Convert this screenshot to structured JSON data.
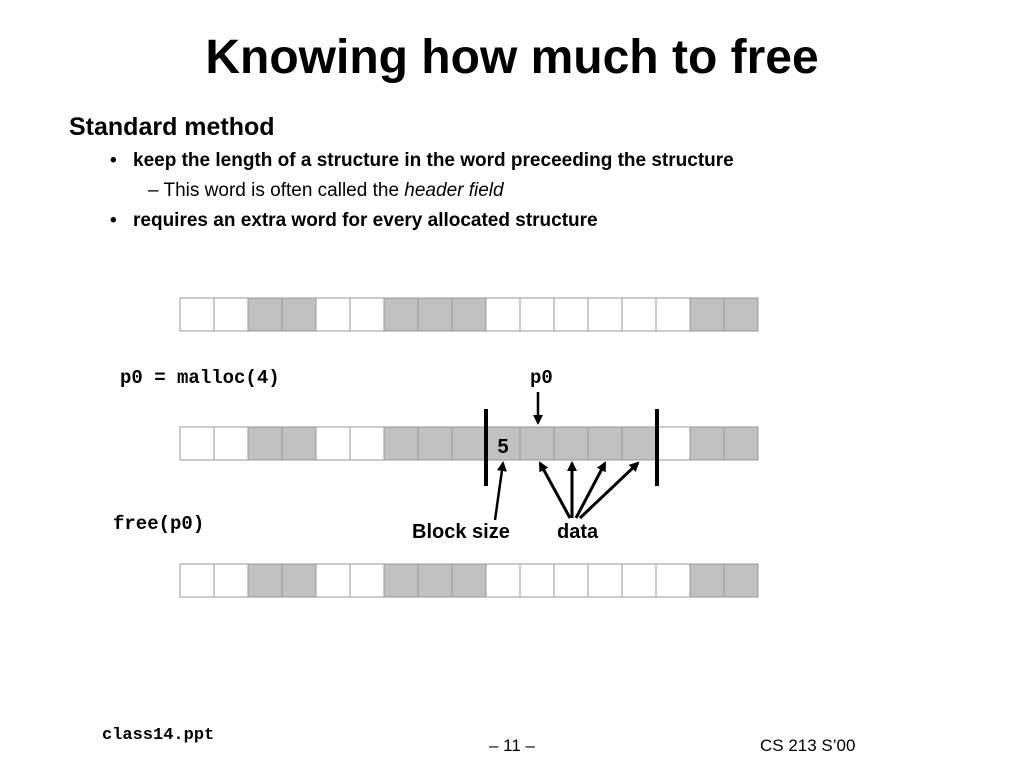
{
  "slide": {
    "title": "Knowing how much to free",
    "heading": "Standard method",
    "bullets": [
      {
        "bullet": "•",
        "text": "keep the length of a structure in the word preceeding the structure"
      },
      {
        "bullet": "•",
        "text": "requires an extra word for every allocated structure"
      }
    ],
    "sub_bullet": {
      "prefix": "– This word is often called the ",
      "emphasis": "header field"
    }
  },
  "diagram": {
    "call_malloc": "p0 = malloc(4)",
    "pointer_label": "p0",
    "call_free": "free(p0)",
    "header_value": "5",
    "label_block_size": "Block size",
    "label_data": "data",
    "colors": {
      "free": "#ffffff",
      "allocated": "#c0c0c0"
    },
    "rows": [
      {
        "name": "before-malloc",
        "cells": [
          "free",
          "free",
          "allocated",
          "allocated",
          "free",
          "free",
          "allocated",
          "allocated",
          "allocated",
          "free",
          "free",
          "free",
          "free",
          "free",
          "free",
          "allocated",
          "allocated"
        ]
      },
      {
        "name": "after-malloc",
        "cells": [
          "free",
          "free",
          "allocated",
          "allocated",
          "free",
          "free",
          "allocated",
          "allocated",
          "allocated",
          "allocated",
          "allocated",
          "allocated",
          "allocated",
          "allocated",
          "free",
          "allocated",
          "allocated"
        ]
      },
      {
        "name": "after-free",
        "cells": [
          "free",
          "free",
          "allocated",
          "allocated",
          "free",
          "free",
          "allocated",
          "allocated",
          "allocated",
          "free",
          "free",
          "free",
          "free",
          "free",
          "free",
          "allocated",
          "allocated"
        ]
      }
    ]
  },
  "footer": {
    "file": "class14.ppt",
    "page": "– 11 –",
    "course": "CS 213 S’00"
  }
}
